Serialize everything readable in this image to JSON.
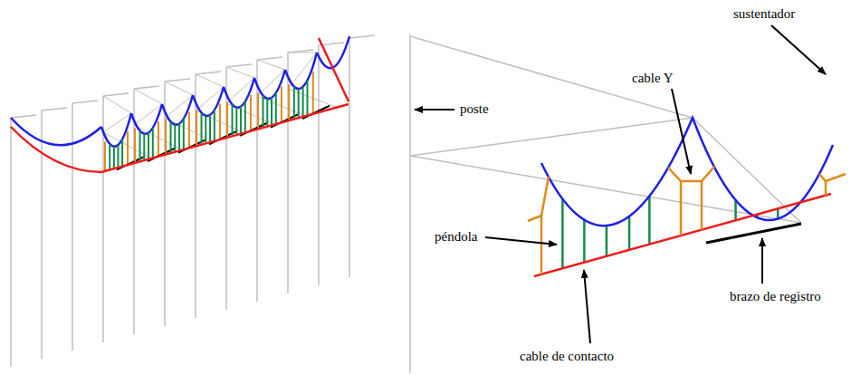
{
  "diagram": {
    "labels": [
      "sustentador",
      "cable Y",
      "poste",
      "péndola",
      "brazo de registro",
      "cable de contacto"
    ]
  }
}
